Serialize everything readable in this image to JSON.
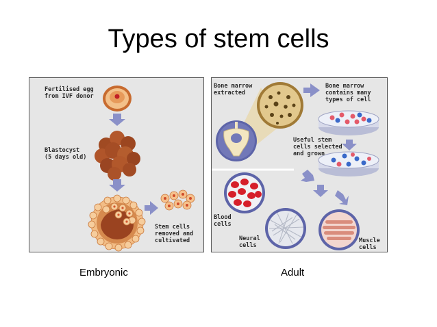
{
  "title": "Types of stem cells",
  "embryonic": {
    "caption": "Embryonic",
    "labels": {
      "egg": "Fertilised egg\nfrom IVF donor",
      "blastocyst": "Blastocyst\n(5 days old)",
      "stem_cells": "Stem cells\nremoved and\ncultivated"
    }
  },
  "adult": {
    "caption": "Adult",
    "labels": {
      "marrow_extracted": "Bone marrow\nextracted",
      "marrow_contains": "Bone marrow\ncontains many\ntypes of cell",
      "useful": "Useful stem\ncells selected\nand grown",
      "blood": "Blood\ncells",
      "neural": "Neural\ncells",
      "muscle": "Muscle\ncells"
    }
  },
  "colors": {
    "panel_bg": "#e6e6e6",
    "arrow": "#8a90c8",
    "cell_brown": "#a9512a",
    "cell_peach": "#f0b782",
    "blood_red": "#d61f2a",
    "circle_bg": "#5d64a8"
  }
}
